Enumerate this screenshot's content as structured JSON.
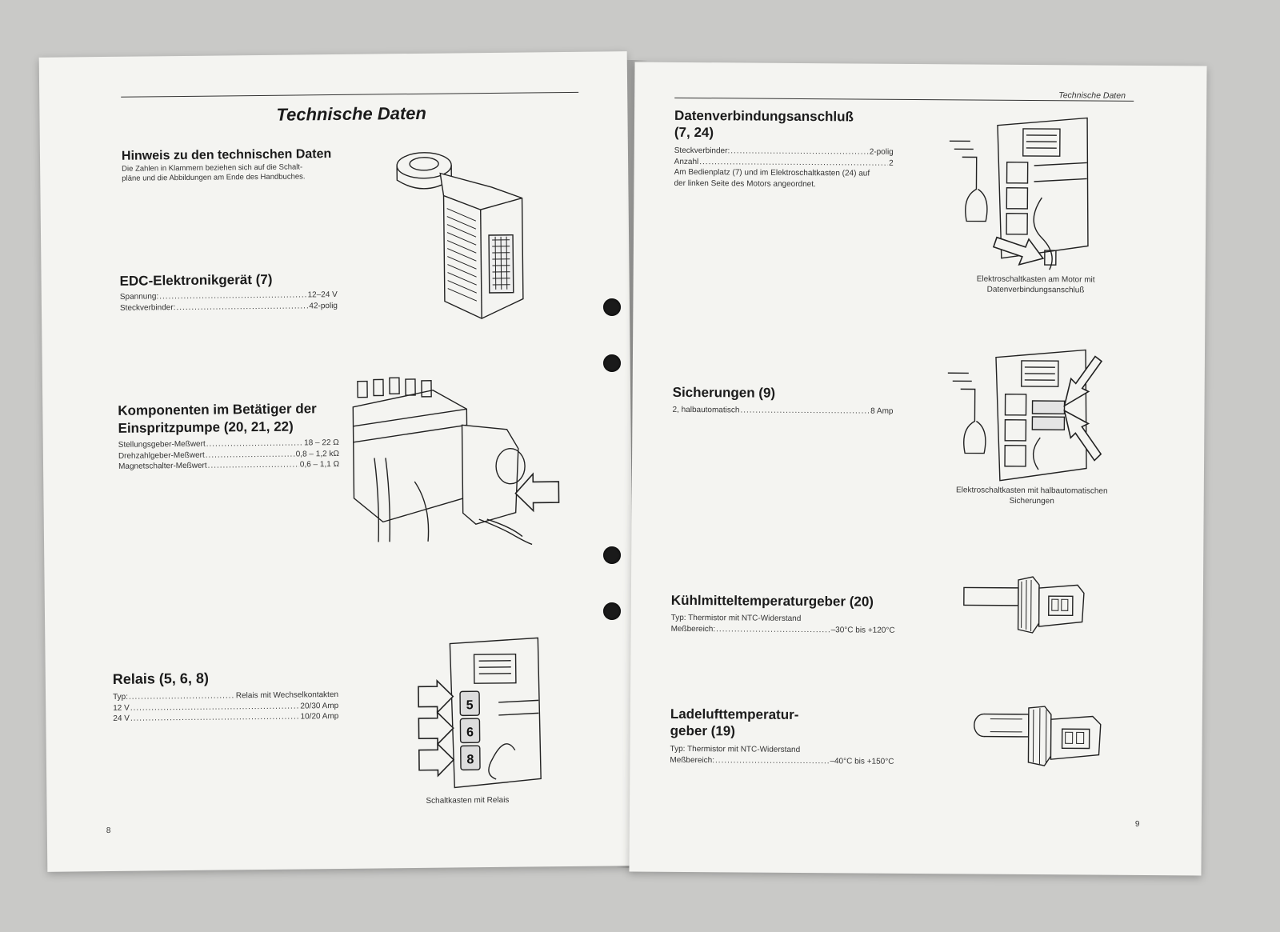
{
  "left_page": {
    "main_title": "Technische Daten",
    "page_number": "8",
    "sections": {
      "hinweis": {
        "heading": "Hinweis zu den technischen Daten",
        "text_lines": [
          "Die Zahlen in Klammern beziehen sich auf die Schalt-",
          "pläne und die Abbildungen am Ende des Handbuches."
        ]
      },
      "edc": {
        "heading": "EDC-Elektronikgerät (7)",
        "specs": [
          {
            "label": "Spannung:",
            "value": "12–24 V"
          },
          {
            "label": "Steckverbinder:",
            "value": "42-polig"
          }
        ]
      },
      "komponenten": {
        "heading_lines": [
          "Komponenten im Betätiger der",
          "Einspritzpumpe (20, 21, 22)"
        ],
        "specs": [
          {
            "label": "Stellungsgeber-Meßwert",
            "value": "18 – 22 Ω"
          },
          {
            "label": "Drehzahlgeber-Meßwert",
            "value": "0,8 – 1,2 kΩ"
          },
          {
            "label": "Magnetschalter-Meßwert",
            "value": "0,6 – 1,1 Ω"
          }
        ]
      },
      "relais": {
        "heading": "Relais (5, 6, 8)",
        "specs": [
          {
            "label": "Typ:",
            "value": "Relais mit Wechselkontakten"
          },
          {
            "label": "12 V",
            "value": "20/30 Amp"
          },
          {
            "label": "24 V",
            "value": "10/20 Amp"
          }
        ],
        "caption": "Schaltkasten mit Relais",
        "relay_numbers": [
          "5",
          "6",
          "8"
        ]
      }
    }
  },
  "right_page": {
    "running_head": "Technische Daten",
    "page_number": "9",
    "sections": {
      "daten": {
        "heading_lines": [
          "Datenverbindungsanschluß",
          "(7, 24)"
        ],
        "specs": [
          {
            "label": "Steckverbinder:",
            "value": "2-polig"
          },
          {
            "label": "Anzahl",
            "value": "2"
          }
        ],
        "text_lines": [
          "Am Bedienplatz (7) und im Elektroschaltkasten (24) auf",
          "der linken Seite des Motors angeordnet."
        ],
        "caption_lines": [
          "Elektroschaltkasten am Motor mit",
          "Datenverbindungsanschluß"
        ]
      },
      "sicherungen": {
        "heading": "Sicherungen (9)",
        "specs": [
          {
            "label": "2, halbautomatisch",
            "value": "8 Amp"
          }
        ],
        "caption_lines": [
          "Elektroschaltkasten mit halbautomatischen",
          "Sicherungen"
        ]
      },
      "kuehlmittel": {
        "heading": "Kühlmitteltemperaturgeber (20)",
        "type_line": "Typ: Thermistor mit NTC-Widerstand",
        "specs": [
          {
            "label": "Meßbereich:",
            "value": "–30°C bis +120°C"
          }
        ]
      },
      "ladeluft": {
        "heading_lines": [
          "Ladelufttemperatur-",
          "geber (19)"
        ],
        "type_line": "Typ: Thermistor mit NTC-Widerstand",
        "specs": [
          {
            "label": "Meßbereich:",
            "value": "–40°C bis +150°C"
          }
        ]
      }
    }
  }
}
